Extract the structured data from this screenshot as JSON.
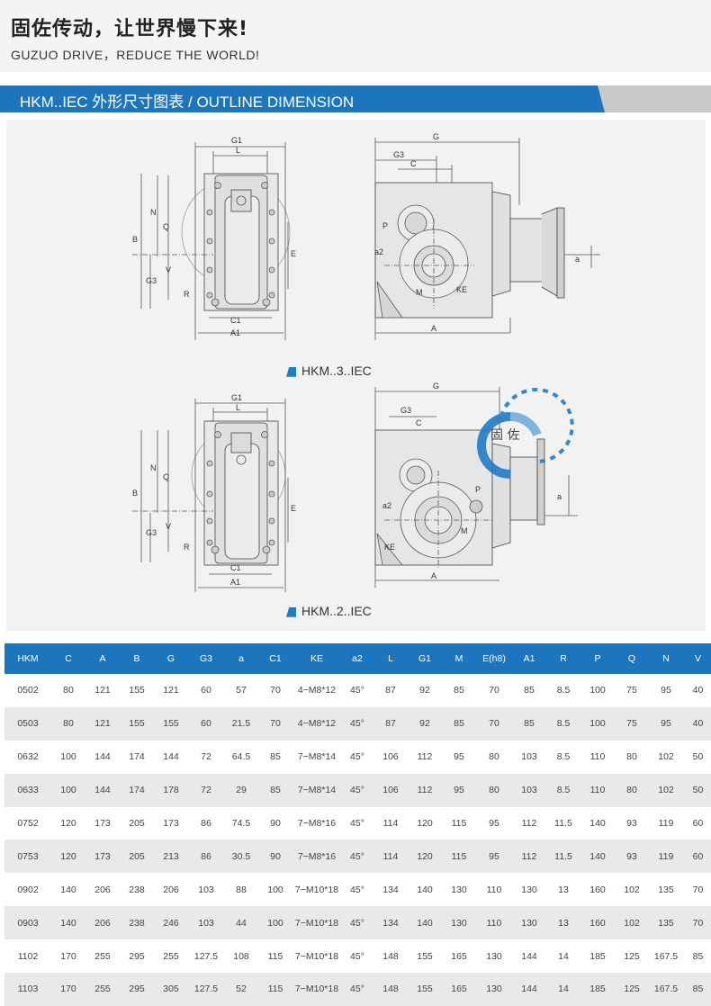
{
  "header": {
    "title_zh": "固佐传动，让世界慢下来!",
    "title_en": "GUZUO DRIVE，REDUCE THE WORLD!"
  },
  "section": {
    "title": "HKM..IEC 外形尺寸图表 / OUTLINE DIMENSION",
    "accent_color": "#1d75bd"
  },
  "drawing": {
    "top_front_labels": {
      "g1": "G1",
      "l": "L",
      "b": "B",
      "n": "N",
      "q": "Q",
      "g3": "G3",
      "v": "V",
      "e": "E",
      "r": "R",
      "c1": "C1",
      "a1": "A1"
    },
    "top_side_labels": {
      "g": "G",
      "g3": "G3",
      "c": "C",
      "p": "P",
      "a2": "a2",
      "m": "M",
      "ke": "KE",
      "a_small": "a",
      "a_big": "A"
    },
    "bottom_front_labels": {
      "g1": "G1",
      "l": "L",
      "b": "B",
      "n": "N",
      "q": "Q",
      "g3": "G3",
      "v": "V",
      "e": "E",
      "r": "R",
      "c1": "C1",
      "a1": "A1"
    },
    "bottom_side_labels": {
      "g": "G",
      "g3": "G3",
      "c": "C",
      "p": "P",
      "a2": "a2",
      "m": "M",
      "ke": "KE",
      "a_small": "a",
      "a_big": "A"
    },
    "caption_top": "HKM..3..IEC",
    "caption_bottom": "HKM..2..IEC",
    "watermark": "固 佐"
  },
  "table": {
    "headers": [
      "HKM",
      "C",
      "A",
      "B",
      "G",
      "G3",
      "a",
      "C1",
      "KE",
      "a2",
      "L",
      "G1",
      "M",
      "E(h8)",
      "A1",
      "R",
      "P",
      "Q",
      "N",
      "V"
    ],
    "rows": [
      [
        "0502",
        "80",
        "121",
        "155",
        "121",
        "60",
        "57",
        "70",
        "4−M8*12",
        "45°",
        "87",
        "92",
        "85",
        "70",
        "85",
        "8.5",
        "100",
        "75",
        "95",
        "40"
      ],
      [
        "0503",
        "80",
        "121",
        "155",
        "155",
        "60",
        "21.5",
        "70",
        "4−M8*12",
        "45°",
        "87",
        "92",
        "85",
        "70",
        "85",
        "8.5",
        "100",
        "75",
        "95",
        "40"
      ],
      [
        "0632",
        "100",
        "144",
        "174",
        "144",
        "72",
        "64.5",
        "85",
        "7−M8*14",
        "45°",
        "106",
        "112",
        "95",
        "80",
        "103",
        "8.5",
        "110",
        "80",
        "102",
        "50"
      ],
      [
        "0633",
        "100",
        "144",
        "174",
        "178",
        "72",
        "29",
        "85",
        "7−M8*14",
        "45°",
        "106",
        "112",
        "95",
        "80",
        "103",
        "8.5",
        "110",
        "80",
        "102",
        "50"
      ],
      [
        "0752",
        "120",
        "173",
        "205",
        "173",
        "86",
        "74.5",
        "90",
        "7−M8*16",
        "45°",
        "114",
        "120",
        "115",
        "95",
        "112",
        "11.5",
        "140",
        "93",
        "119",
        "60"
      ],
      [
        "0753",
        "120",
        "173",
        "205",
        "213",
        "86",
        "30.5",
        "90",
        "7−M8*16",
        "45°",
        "114",
        "120",
        "115",
        "95",
        "112",
        "11.5",
        "140",
        "93",
        "119",
        "60"
      ],
      [
        "0902",
        "140",
        "206",
        "238",
        "206",
        "103",
        "88",
        "100",
        "7−M10*18",
        "45°",
        "134",
        "140",
        "130",
        "110",
        "130",
        "13",
        "160",
        "102",
        "135",
        "70"
      ],
      [
        "0903",
        "140",
        "206",
        "238",
        "246",
        "103",
        "44",
        "100",
        "7−M10*18",
        "45°",
        "134",
        "140",
        "130",
        "110",
        "130",
        "13",
        "160",
        "102",
        "135",
        "70"
      ],
      [
        "1102",
        "170",
        "255",
        "295",
        "255",
        "127.5",
        "108",
        "115",
        "7−M10*18",
        "45°",
        "148",
        "155",
        "165",
        "130",
        "144",
        "14",
        "185",
        "125",
        "167.5",
        "85"
      ],
      [
        "1103",
        "170",
        "255",
        "295",
        "305",
        "127.5",
        "52",
        "115",
        "7−M10*18",
        "45°",
        "148",
        "155",
        "165",
        "130",
        "144",
        "14",
        "185",
        "125",
        "167.5",
        "85"
      ]
    ]
  }
}
